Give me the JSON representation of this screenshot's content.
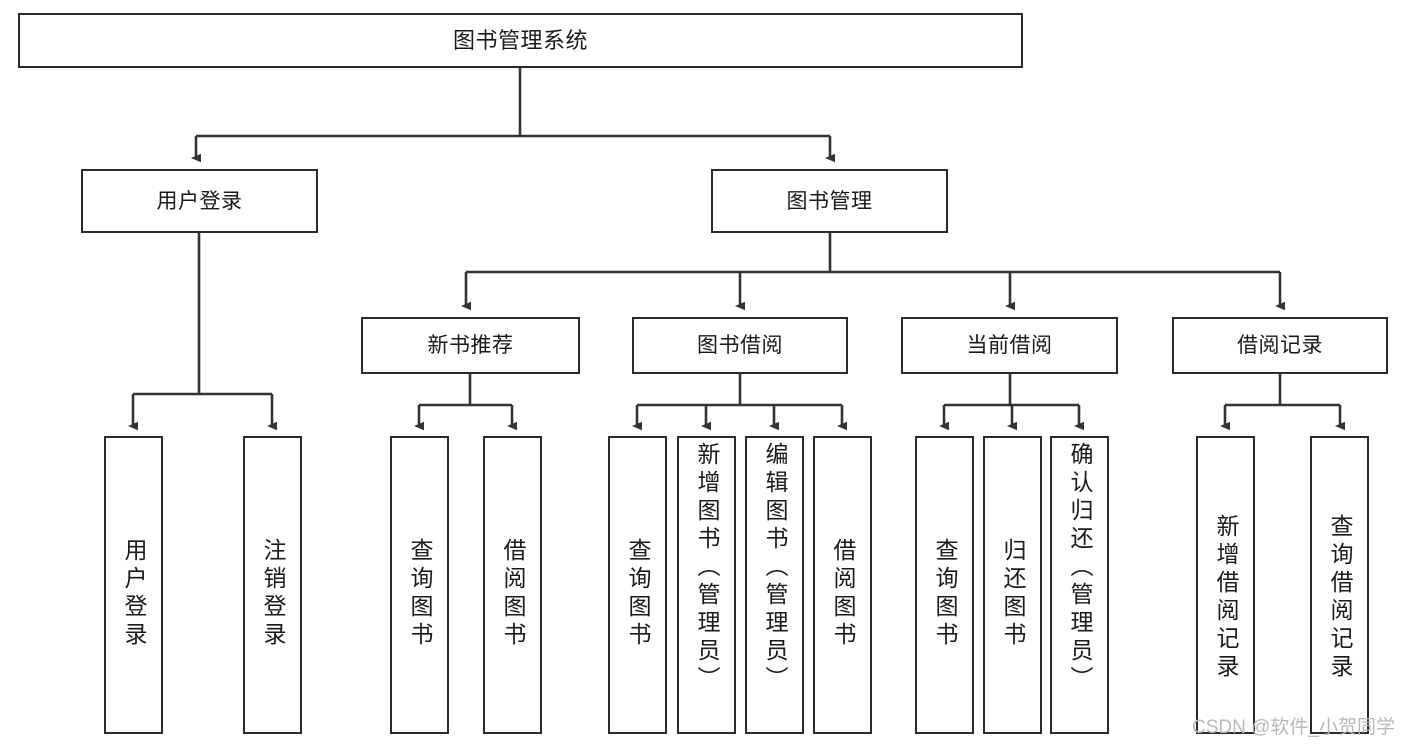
{
  "diagram": {
    "title": "图书管理系统",
    "type": "tree-hierarchy-chart",
    "watermark": "CSDN @软件_小贺同学",
    "colors": {
      "box_border": "#2b2b2b",
      "box_fill": "#ffffff",
      "edge": "#333333",
      "text": "#1a1a1a",
      "watermark": "#b9b9b9"
    },
    "nodes": {
      "root": {
        "label": "图书管理系统"
      },
      "level2": [
        {
          "label": "用户登录"
        },
        {
          "label": "图书管理"
        }
      ],
      "level3": [
        {
          "label": "新书推荐"
        },
        {
          "label": "图书借阅"
        },
        {
          "label": "当前借阅"
        },
        {
          "label": "借阅记录"
        }
      ],
      "leaves": {
        "user_login": [
          {
            "label": "用户登录"
          },
          {
            "label": "注销登录"
          }
        ],
        "new_book_recommend": [
          {
            "label": "查询图书"
          },
          {
            "label": "借阅图书"
          }
        ],
        "book_borrow": [
          {
            "label": "查询图书"
          },
          {
            "label": "新增图书（管理员）"
          },
          {
            "label": "编辑图书（管理员）"
          },
          {
            "label": "借阅图书"
          }
        ],
        "current_borrow": [
          {
            "label": "查询图书"
          },
          {
            "label": "归还图书"
          },
          {
            "label": "确认归还（管理员）"
          }
        ],
        "borrow_record": [
          {
            "label": "新增借阅记录"
          },
          {
            "label": "查询借阅记录"
          }
        ]
      }
    }
  }
}
